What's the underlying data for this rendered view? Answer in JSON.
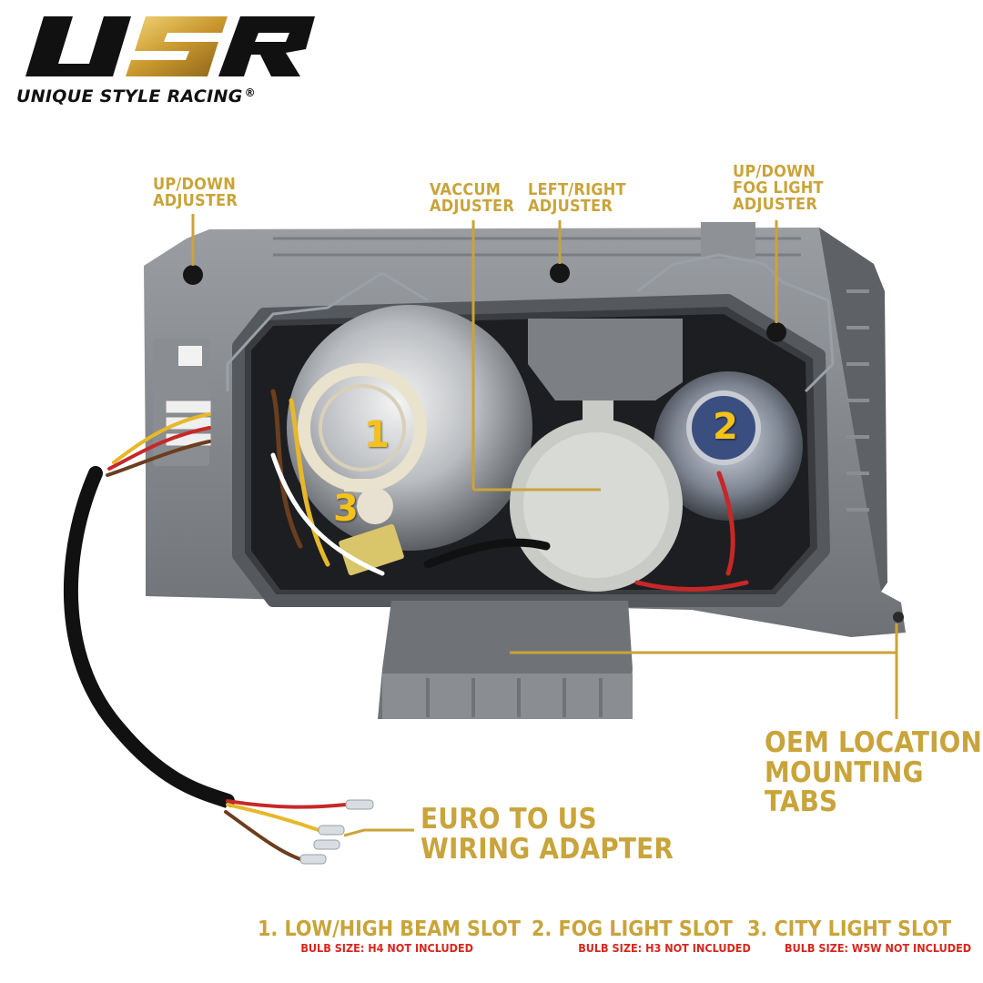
{
  "brand": {
    "logo_text": "USR",
    "tagline": "UNIQUE STYLE RACING",
    "reg_mark": "®"
  },
  "callouts": {
    "updown_adjuster": [
      "UP/DOWN",
      "ADJUSTER"
    ],
    "vaccum_adjuster": [
      "VACCUM",
      "ADJUSTER"
    ],
    "leftright_adjuster": [
      "LEFT/RIGHT",
      "ADJUSTER"
    ],
    "fog_adjuster": [
      "UP/DOWN",
      "FOG LIGHT",
      "ADJUSTER"
    ],
    "mounting_tabs": [
      "OEM LOCATION",
      "MOUNTING TABS"
    ],
    "wiring_adapter": [
      "EURO TO US",
      "WIRING ADAPTER"
    ]
  },
  "markers": [
    "1",
    "2",
    "3"
  ],
  "slots": [
    {
      "title": "1. LOW/HIGH BEAM SLOT",
      "sub": "BULB SIZE: H4 NOT INCLUDED"
    },
    {
      "title": "2. FOG LIGHT SLOT",
      "sub": "BULB SIZE: H3 NOT INCLUDED"
    },
    {
      "title": "3. CITY LIGHT SLOT",
      "sub": "BULB SIZE: W5W NOT INCLUDED"
    }
  ],
  "colors": {
    "gold": "#c9a43a",
    "red": "#d9261c",
    "marker": "#f5c21a"
  }
}
